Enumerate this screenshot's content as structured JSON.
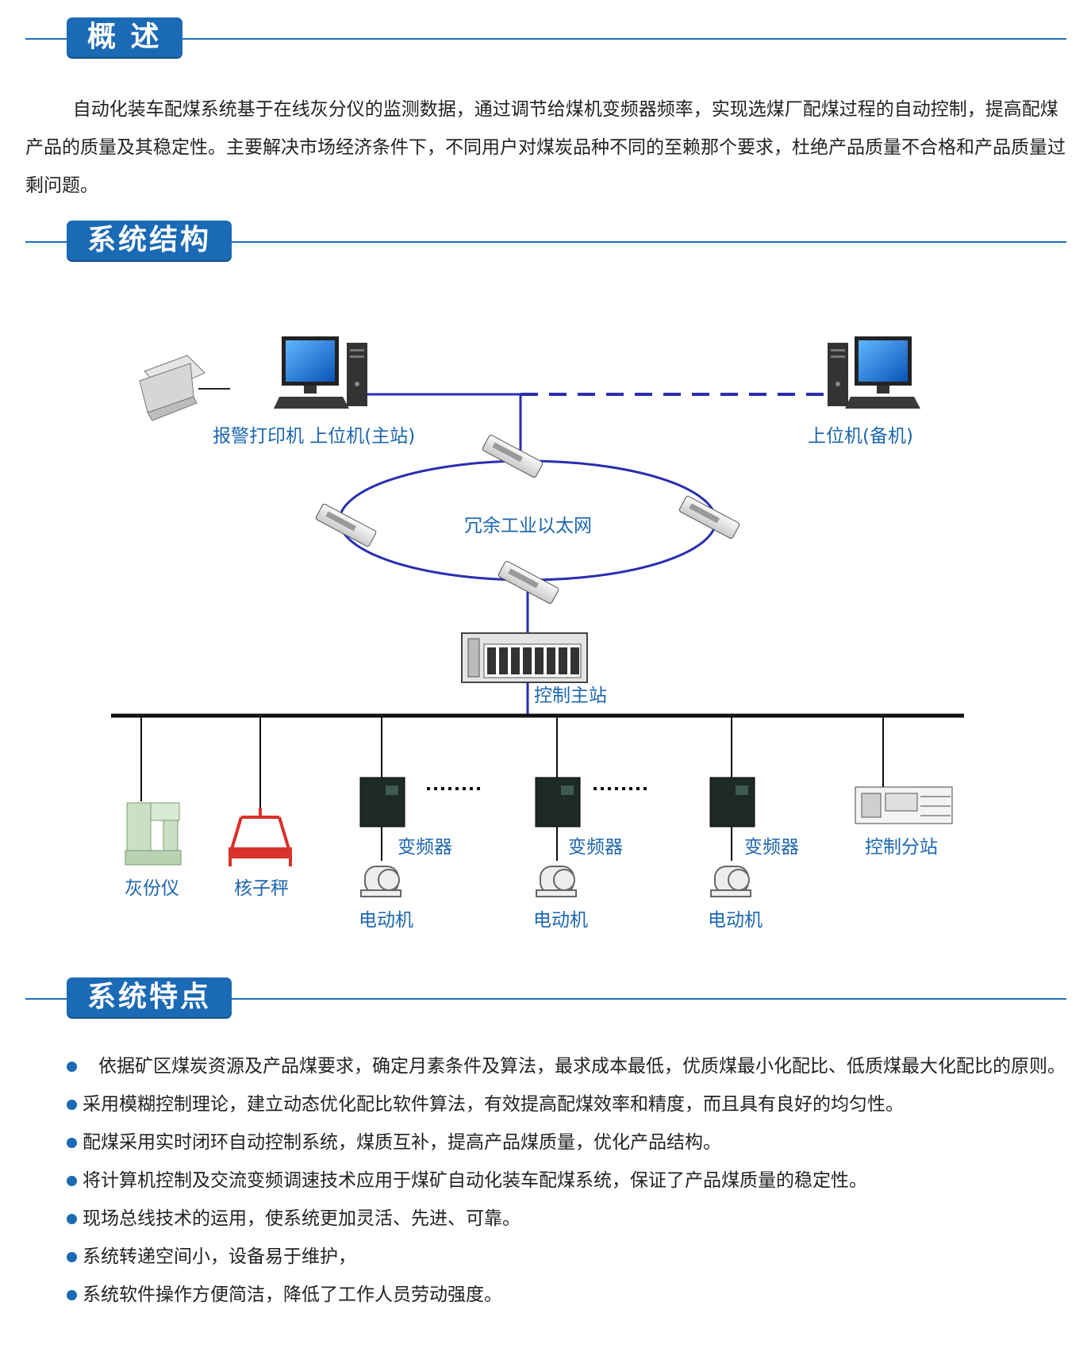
{
  "sections": {
    "overview": {
      "title": "概 述",
      "paragraph": "自动化装车配煤系统基于在线灰分仪的监测数据，通过调节给煤机变频器频率，实现选煤厂配煤过程的自动控制，提高配煤产品的质量及其稳定性。主要解决市场经济条件下，不同用户对煤炭品种不同的至赖那个要求，杜绝产品质量不合格和产品质量过剩问题。"
    },
    "structure": {
      "title": "系统结构"
    },
    "features": {
      "title": "系统特点",
      "items": [
        "依据矿区煤炭资源及产品煤要求，确定月素条件及算法，最求成本最低，优质煤最小化配比、低质煤最大化配比的原则。",
        "采用模糊控制理论，建立动态优化配比软件算法，有效提高配煤效率和精度，而且具有良好的均匀性。",
        "配煤采用实时闭环自动控制系统，煤质互补，提高产品煤质量，优化产品结构。",
        "将计算机控制及交流变频调速技术应用于煤矿自动化装车配煤系统，保证了产品煤质量的稳定性。",
        "现场总线技术的运用，使系统更加灵活、先进、可靠。",
        "系统转递空间小，设备易于维护，",
        "系统软件操作方便简洁，降低了工作人员劳动强度。"
      ]
    }
  },
  "diagram": {
    "labels": {
      "printer_master": "报警打印机 上位机(主站)",
      "backup": "上位机(备机)",
      "ring": "冗余工业以太网",
      "control_master": "控制主站",
      "vfd1": "变频器",
      "vfd2": "变频器",
      "vfd3": "变频器",
      "sub_station": "控制分站",
      "ash_analyzer": "灰份仪",
      "nuclear_scale": "核子秤",
      "motor1": "电动机",
      "motor2": "电动机",
      "motor3": "电动机"
    },
    "colors": {
      "network": "#2a2fb0",
      "label": "#1c66b0",
      "accent": "#1a6ab5",
      "scale": "#d8322a"
    }
  }
}
